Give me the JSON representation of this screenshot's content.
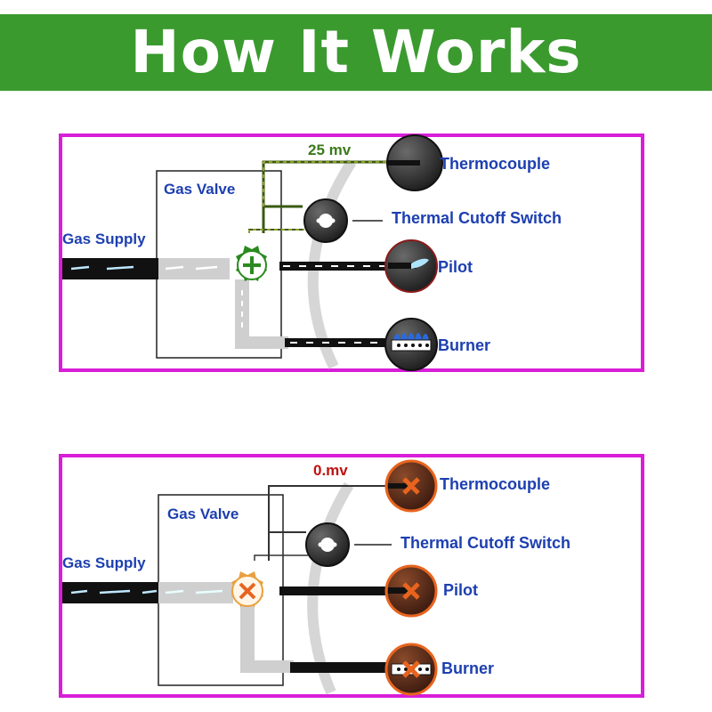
{
  "header": {
    "title": "How It Works"
  },
  "colors": {
    "banner": "#3a9a2e",
    "frame": "#d81ed8",
    "label_blue": "#1d3fb0",
    "millivolt_green": "#3a7a1a",
    "millivolt_red": "#c01010",
    "fault_orange": "#e8641e"
  },
  "panels": [
    {
      "state": "working",
      "millivolts": "25 mv",
      "gas_valve": "Gas Valve",
      "gas_supply": "Gas Supply",
      "valve_icon": "plus-icon",
      "components": [
        {
          "label": "Thermocouple",
          "icon": "thermocouple-icon"
        },
        {
          "label": "Thermal Cutoff Switch",
          "icon": "switch-icon"
        },
        {
          "label": "Pilot",
          "icon": "pilot-flame-icon"
        },
        {
          "label": "Burner",
          "icon": "burner-flame-icon"
        }
      ]
    },
    {
      "state": "failed",
      "millivolts": "0.mv",
      "gas_valve": "Gas Valve",
      "gas_supply": "Gas Supply",
      "valve_icon": "x-icon",
      "components": [
        {
          "label": "Thermocouple",
          "icon": "x-icon"
        },
        {
          "label": "Thermal Cutoff Switch",
          "icon": "switch-icon"
        },
        {
          "label": "Pilot",
          "icon": "x-icon"
        },
        {
          "label": "Burner",
          "icon": "x-icon"
        }
      ]
    }
  ]
}
